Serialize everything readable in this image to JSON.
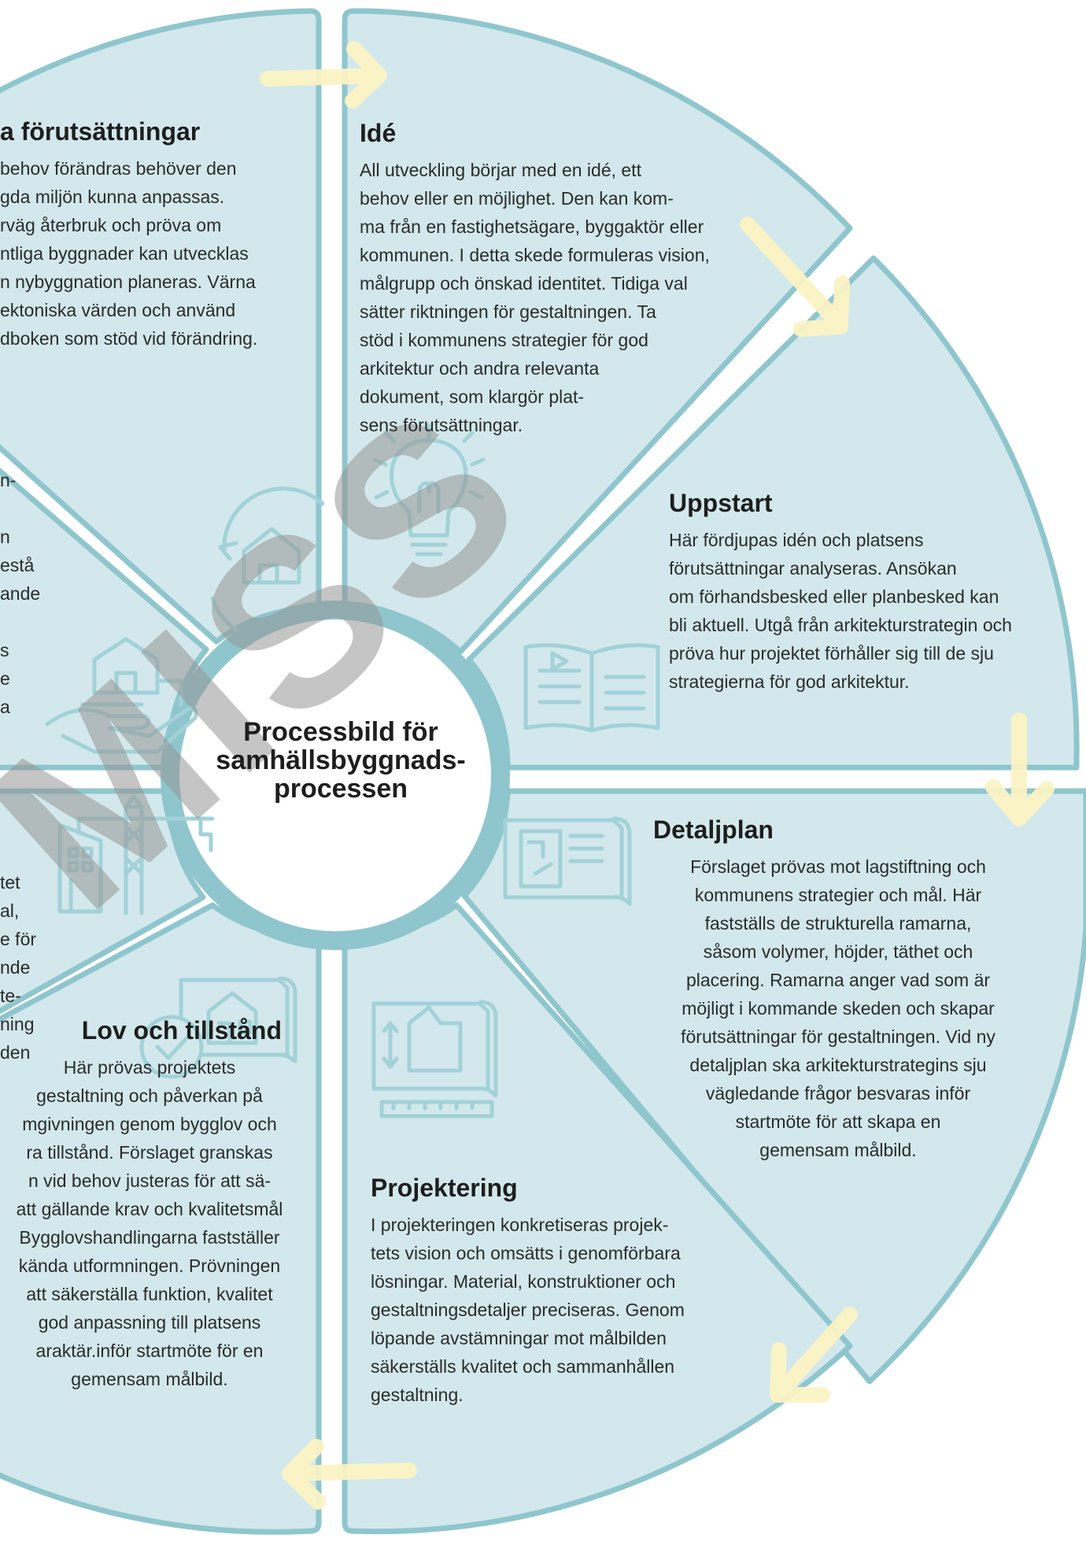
{
  "center": {
    "title_lines": [
      "Processbild för",
      "samhällsbyggnads-",
      "processen"
    ]
  },
  "watermark": "MISS",
  "sections": {
    "ide": {
      "title": "Idé",
      "lines": [
        "All utveckling börjar med en idé, ett",
        "behov eller en möjlighet. Den kan kom-",
        "ma från en fastighetsägare, byggaktör eller",
        "kommunen. I detta skede formuleras vision,",
        "målgrupp och önskad identitet. Tidiga val",
        "sätter riktningen för gestaltningen. Ta",
        "stöd i kommunens strategier för god",
        "arkitektur och andra relevanta",
        "dokument, som klargör plat-",
        "sens förutsättningar."
      ]
    },
    "uppstart": {
      "title": "Uppstart",
      "lines": [
        "Här fördjupas idén och platsens",
        "förutsättningar analyseras. Ansökan",
        "om förhandsbesked eller planbesked kan",
        "bli aktuell. Utgå från arkitekturstrategin och",
        "pröva hur projektet förhåller sig till de sju",
        "strategierna för god arkitektur."
      ]
    },
    "detaljplan": {
      "title": "Detaljplan",
      "lines": [
        "Förslaget prövas mot lagstiftning och",
        "kommunens strategier och mål. Här",
        "fastställs de strukturella ramarna,",
        "såsom volymer, höjder, täthet och",
        "placering. Ramarna anger vad som är",
        "möjligt i kommande skeden och skapar",
        "förutsättningar för gestaltningen. Vid ny",
        "detaljplan ska arkitekturstrategins sju",
        "vägledande frågor besvaras inför",
        "startmöte för att skapa en",
        "gemensam målbild."
      ]
    },
    "projektering": {
      "title": "Projektering",
      "lines": [
        "I projekteringen konkretiseras projek-",
        "tets vision och omsätts i genomförbara",
        "lösningar. Material, konstruktioner och",
        "gestaltningsdetaljer preciseras. Genom",
        "löpande avstämningar mot målbilden",
        "säkerställs kvalitet och sammanhållen",
        "gestaltning."
      ]
    },
    "lov": {
      "title": "Lov och tillstånd",
      "lines": [
        "Här prövas projektets",
        "gestaltning och påverkan på",
        "mgivningen genom bygglov och",
        "ra tillstånd. Förslaget granskas",
        "n vid behov justeras för att sä-",
        "att gällande krav och kvalitetsmål",
        "Bygglovshandlingarna fastställer",
        "kända utformningen. Prövningen",
        "att säkerställa funktion, kvalitet",
        "god anpassning till platsens",
        "araktär.inför startmöte för en",
        "gemensam målbild."
      ]
    },
    "forutsattningar": {
      "title": "a förutsättningar",
      "lines": [
        "behov förändras behöver den",
        "gda miljön kunna anpassas.",
        "rväg återbruk och pröva om",
        "ntliga byggnader kan utvecklas",
        "n nybyggnation planeras. Värna",
        "ektoniska värden och använd",
        "dboken som stöd vid förändring."
      ]
    },
    "left_mid": {
      "lines": [
        "n-",
        "",
        "n",
        "estå",
        "ande",
        "",
        "s",
        "e",
        "a"
      ]
    },
    "left_low": {
      "lines": [
        "tet",
        "al,",
        "e för",
        "nde",
        "te-",
        "ning",
        "den"
      ]
    }
  },
  "colors": {
    "segment_fill": "#d2e8ec",
    "segment_border": "#8fc6cd",
    "arrow": "#fbf3c4",
    "center_ring": "#8fc6cd"
  },
  "icons": [
    "lightbulb-icon",
    "open-book-icon",
    "blueprint-icon",
    "floorplan-icon",
    "approved-building-icon",
    "construction-crane-icon",
    "renovation-hand-icon",
    "circular-arrows-house-icon"
  ]
}
